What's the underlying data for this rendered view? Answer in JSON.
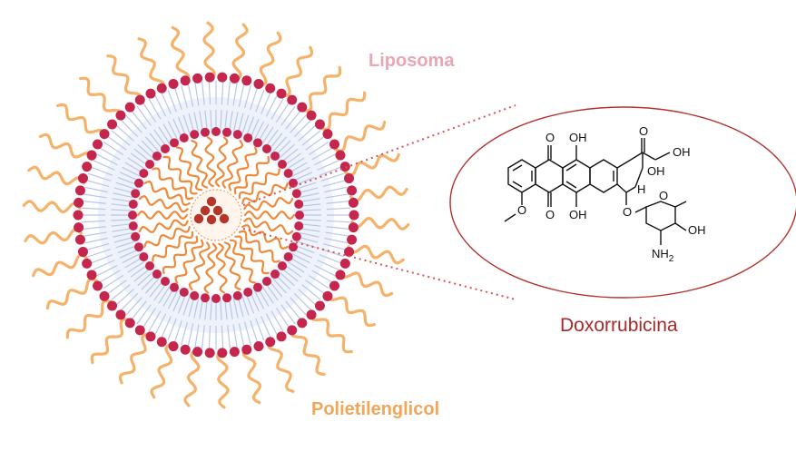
{
  "labels": {
    "liposome": "Liposoma",
    "peg": "Polietilenglicol",
    "drug": "Doxorrubicina"
  },
  "molecule_atoms": {
    "o_top": "O",
    "oh_top": "OH",
    "o_ketone": "O",
    "oh_chain": "OH",
    "oh_ring": "OH",
    "o_methoxy": "O",
    "o_bottom": "O",
    "oh_bottom": "OH",
    "h": "H",
    "o_link": "O",
    "o_sugar": "O",
    "oh_sugar": "OH",
    "nh2": "NH",
    "nh2_sub": "2"
  },
  "colors": {
    "liposome_label": "#e8a7b2",
    "peg_label": "#f2a65a",
    "drug_label": "#a52a2a",
    "head_group": "#c4264e",
    "lipid_tail": "#b9c6e8",
    "peg_chain": "#f5b26b",
    "inner_chain": "#ee8a3c",
    "drug_dot": "#b5352b",
    "callout_line": "#d9534f",
    "ellipse_stroke": "#b5312c"
  }
}
